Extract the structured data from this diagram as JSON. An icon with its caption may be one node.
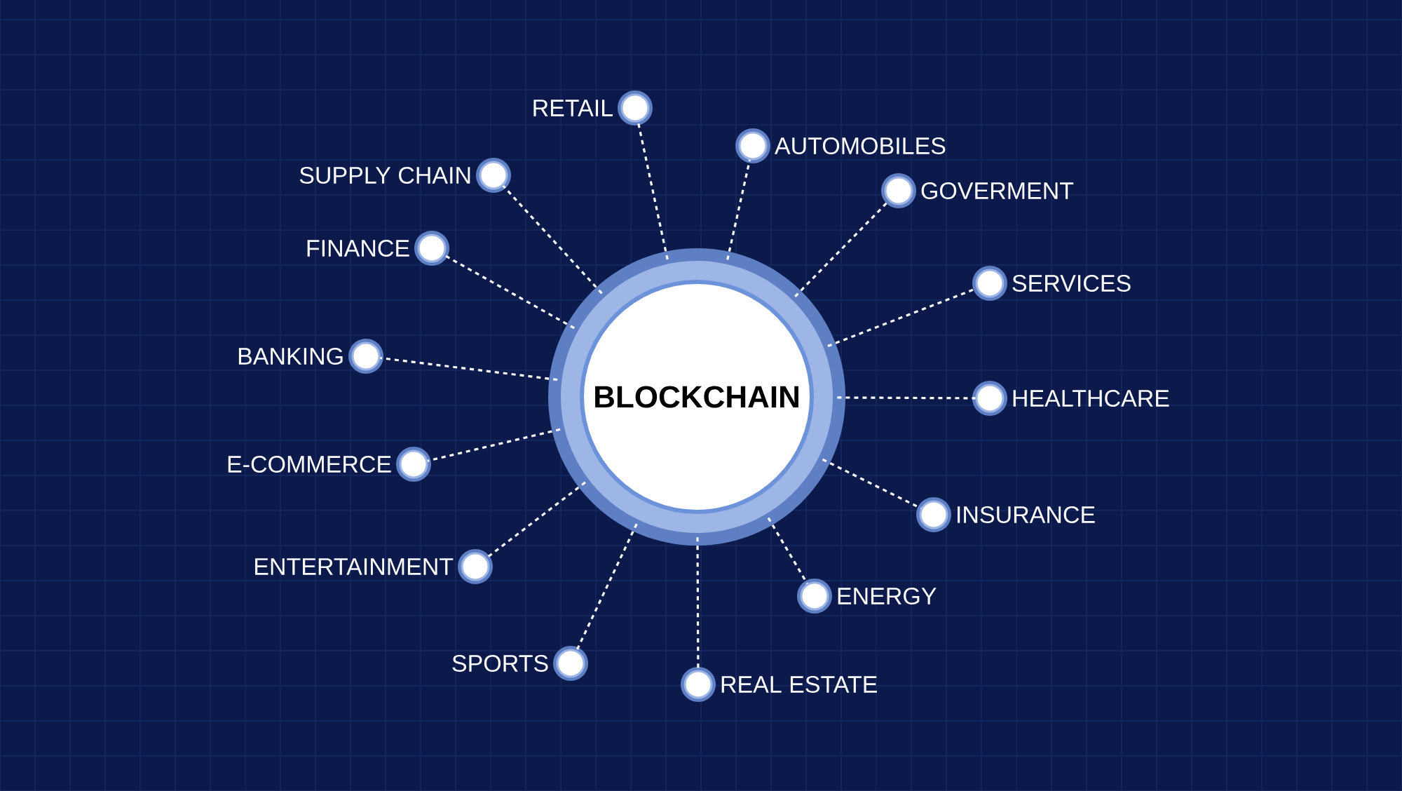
{
  "diagram": {
    "nodes": [
      {
        "text": [
          "BLOCKCHAIN"
        ]
      },
      {
        "text": [
          "RETAIL"
        ]
      },
      {
        "text": [
          "AUTOMOBILES"
        ]
      },
      {
        "text": [
          "GOVERMENT"
        ]
      },
      {
        "text": [
          "SERVICES"
        ]
      },
      {
        "text": [
          "HEALTHCARE"
        ]
      },
      {
        "text": [
          "INSURANCE"
        ]
      },
      {
        "text": [
          "ENERGY"
        ]
      },
      {
        "text": [
          "REAL ESTATE"
        ]
      },
      {
        "text": [
          "SPORTS"
        ]
      },
      {
        "text": [
          "ENTERTAINMENT"
        ]
      },
      {
        "text": [
          "E-COMMERCE"
        ]
      },
      {
        "text": [
          "BANKING"
        ]
      },
      {
        "text": [
          "FINANCE"
        ]
      },
      {
        "text": [
          "SUPPLY CHAIN"
        ]
      }
    ],
    "edges": [
      {
        "from": 0,
        "to": 1,
        "arrow": "none",
        "style": "dashed"
      },
      {
        "from": 0,
        "to": 2,
        "arrow": "none",
        "style": "dashed"
      },
      {
        "from": 0,
        "to": 3,
        "arrow": "none",
        "style": "dashed"
      },
      {
        "from": 0,
        "to": 4,
        "arrow": "none",
        "style": "dashed"
      },
      {
        "from": 0,
        "to": 5,
        "arrow": "none",
        "style": "dashed"
      },
      {
        "from": 0,
        "to": 6,
        "arrow": "none",
        "style": "dashed"
      },
      {
        "from": 0,
        "to": 7,
        "arrow": "none",
        "style": "dashed"
      },
      {
        "from": 0,
        "to": 8,
        "arrow": "none",
        "style": "dashed"
      },
      {
        "from": 0,
        "to": 9,
        "arrow": "none",
        "style": "dashed"
      },
      {
        "from": 0,
        "to": 10,
        "arrow": "none",
        "style": "dashed"
      },
      {
        "from": 0,
        "to": 11,
        "arrow": "none",
        "style": "dashed"
      },
      {
        "from": 0,
        "to": 12,
        "arrow": "none",
        "style": "dashed"
      },
      {
        "from": 0,
        "to": 13,
        "arrow": "none",
        "style": "dashed"
      },
      {
        "from": 0,
        "to": 14,
        "arrow": "none",
        "style": "dashed"
      }
    ]
  }
}
